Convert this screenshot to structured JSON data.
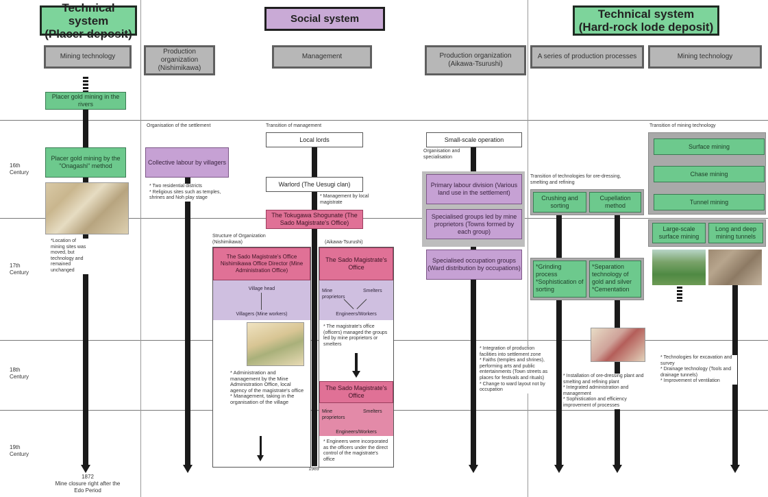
{
  "headers": {
    "tech_placer": "Technical system\n(Placer deposit)",
    "social": "Social system",
    "tech_hardrock": "Technical system\n(Hard-rock lode deposit)"
  },
  "columns": {
    "mining_tech_left": "Mining technology",
    "prod_org_nishi": "Production organization (Nishimikawa)",
    "management": "Management",
    "prod_org_aikawa": "Production organization (Aikawa-Tsurushi)",
    "production_processes": "A series of production processes",
    "mining_tech_right": "Mining technology"
  },
  "centuries": [
    "16th Century",
    "17th Century",
    "18th Century",
    "19th Century"
  ],
  "col1": {
    "box1": "Placer gold mining in the rivers",
    "box2": "Placer gold mining by the \"Onagashi\" method",
    "note": "*Location of mining sites was moved, but technology and remained unchanged",
    "end": "1872\nMine closure right after the Edo Period"
  },
  "col2": {
    "title": "Organisation of the settlement",
    "box": "Collective labour by villagers",
    "notes": "* Two residential districts\n* Religious sites such as temples, shrines and Noh play stage"
  },
  "col3": {
    "title": "Transition of management",
    "local_lords": "Local lords",
    "warlord": "Warlord (The Uesugi clan)",
    "mgmt_note": "* Management by local magistrate",
    "tokugawa": "The Tokugawa Shogunate (The Sado Magistrate's Office)",
    "structure_title": "Structure of Organization (Nishimikawa)",
    "aikawa_title": "(Aikawa-Tsurushi)",
    "nishi_office": "The Sado Magistrate's Office Nishimikawa Office Director (Mine Administration Office)",
    "village_head": "Village head",
    "villagers": "Villagers (Mine workers)",
    "nishi_notes": "* Administration and management by the Mine Administration Office, local agency of the magistrate's office\n* Management, taking in the organisation of the village",
    "aikawa_office1": "The Sado Magistrate's Office",
    "mine_proprietors": "Mine proprietors",
    "smelters": "Smelters",
    "engineers": "Engineers/Workers",
    "aikawa_note1": "* The magistrate's office (officers) managed the groups led by mine proprietors or smelters",
    "aikawa_office2": "The Sado Magistrate's Office",
    "aikawa_note2": "* Engineers were incorporated as the officers under the direct control of the magistrate's office",
    "end_year": "1989"
  },
  "col4": {
    "small_scale": "Small-scale operation",
    "org_spec": "Organisation and specialisation",
    "box1": "Primary labour division (Various land use in the settlement)",
    "box2": "Specialised groups led by mine proprietors (Towns formed by each group)",
    "box3": "Specialised occupation groups (Ward distribution by occupations)",
    "notes": "* Integration of production facilities into settlement zone\n* Faiths (temples and shrines), performing arts and public entertainments (Town streets as places for festivals and rituals)\n* Change to ward layout not by occupation"
  },
  "col5": {
    "title": "Transition of technologies for ore-dressing, smelting and refining",
    "crushing": "Crushing and sorting",
    "cupellation": "Cupellation method",
    "grinding": "*Grinding process\n*Sophistication of sorting",
    "separation": "*Separation technology of gold and silver\n*Cementation",
    "notes": "* Installation of ore-dressing plant and smelting and refining plant\n* Integrated administration and management\n* Sophistication and efficiency improvement of processes"
  },
  "col6": {
    "title": "Transition of mining technology",
    "surface": "Surface mining",
    "chase": "Chase mining",
    "tunnel": "Tunnel mining",
    "large_scale": "Large-scale surface mining",
    "long_deep": "Long and deep mining tunnels",
    "notes": "* Technologies for excavation and survey\n* Drainage technology (Tools and drainage tunnels)\n* Improvement of ventilation"
  }
}
